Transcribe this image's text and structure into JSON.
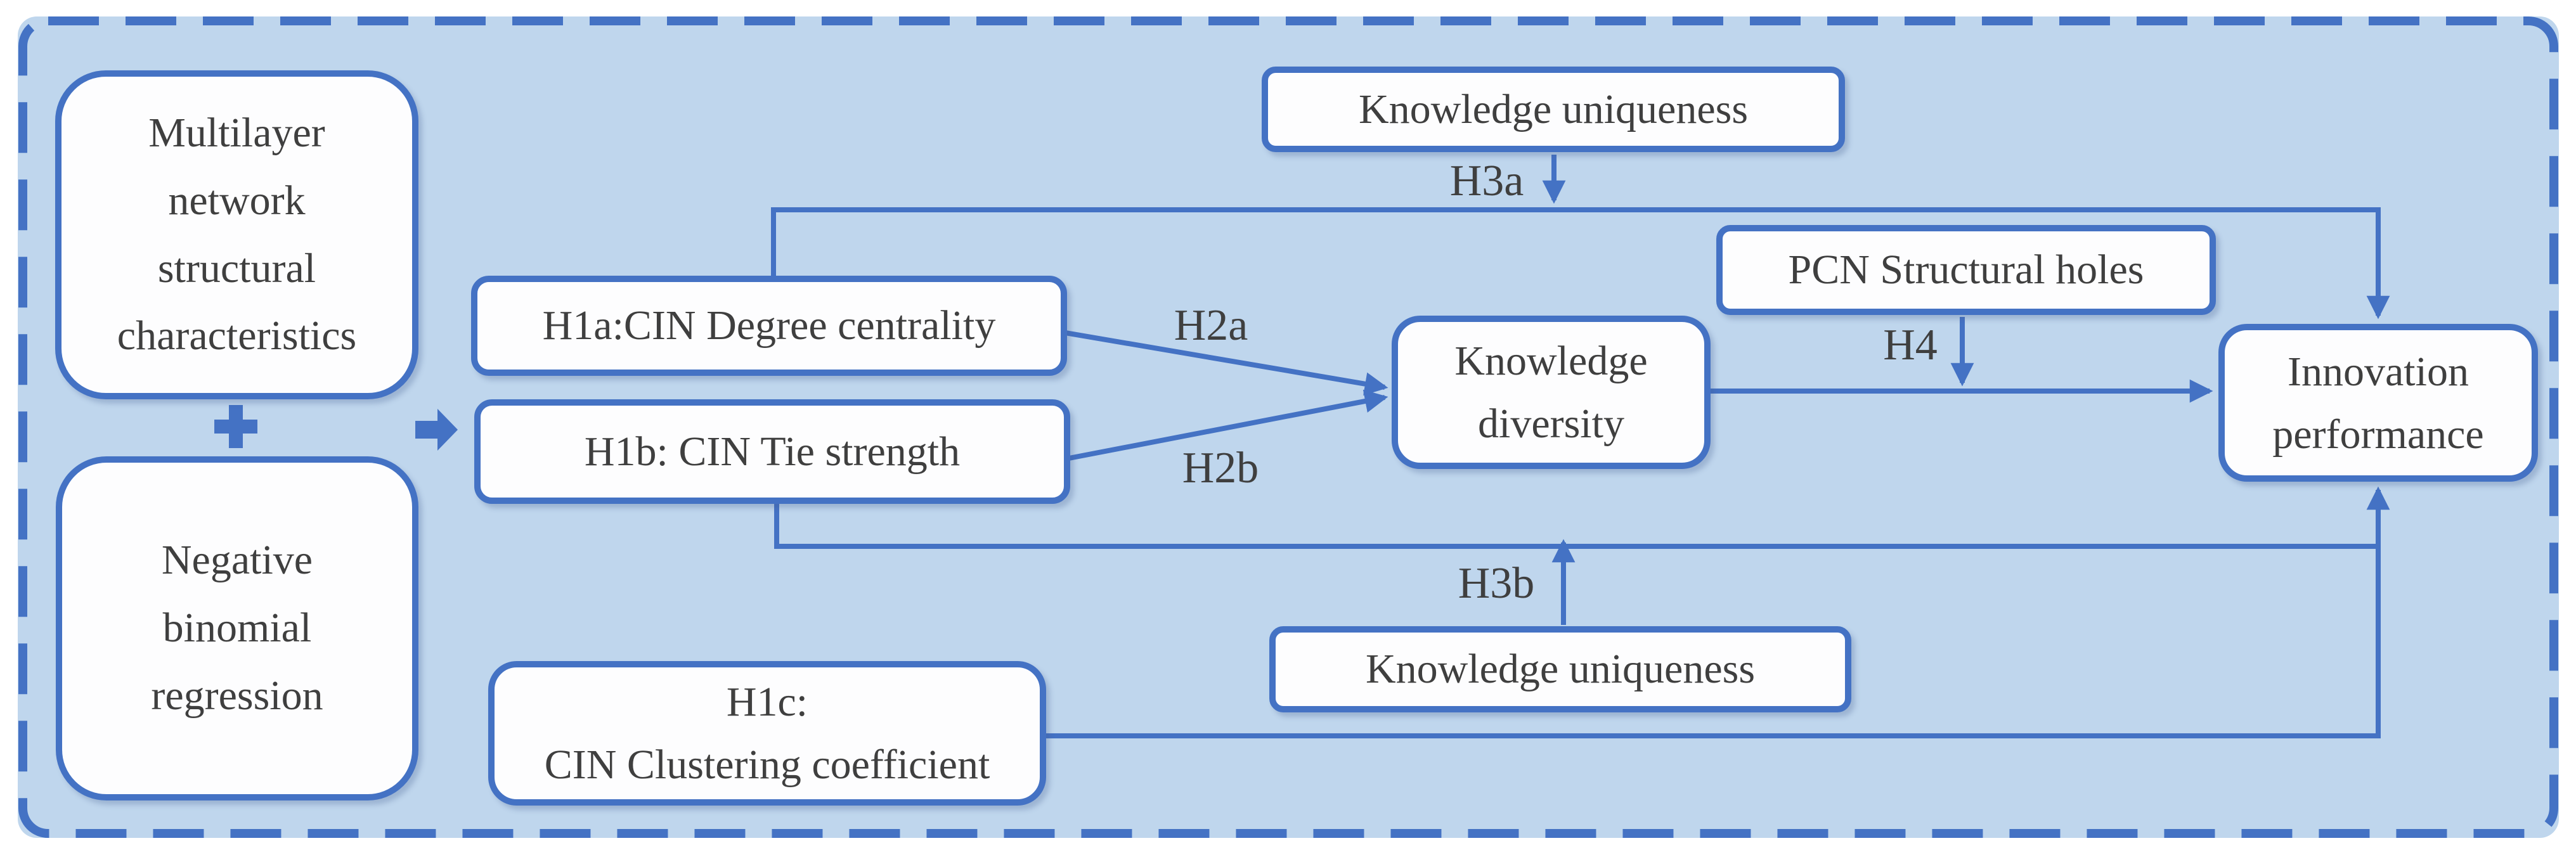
{
  "figure": {
    "colors": {
      "background": "#bfd6ed",
      "line": "#4472c4",
      "box_fill": "#fdfdfe",
      "text": "#3f3f3f"
    },
    "icons": {
      "combine_plus": "plus-icon",
      "flow_arrow": "arrow-right-icon"
    },
    "nodes": {
      "multilayer": {
        "label": "Multilayer\nnetwork\nstructural\ncharacteristics"
      },
      "negative_binomial": {
        "label": "Negative\nbinomial\nregression"
      },
      "h1a": {
        "label": "H1a:CIN Degree centrality"
      },
      "h1b": {
        "label": "H1b: CIN Tie strength"
      },
      "h1c": {
        "label": "H1c:\nCIN Clustering coefficient"
      },
      "knowledge_uniqueness_top": {
        "label": "Knowledge uniqueness"
      },
      "knowledge_diversity": {
        "label": "Knowledge\ndiversity"
      },
      "pcn_structural_holes": {
        "label": "PCN Structural holes"
      },
      "innovation_performance": {
        "label": "Innovation\nperformance"
      },
      "knowledge_uniqueness_bottom": {
        "label": "Knowledge uniqueness"
      }
    },
    "edge_labels": {
      "h2a": "H2a",
      "h2b": "H2b",
      "h3a": "H3a",
      "h3b": "H3b",
      "h4": "H4"
    }
  }
}
